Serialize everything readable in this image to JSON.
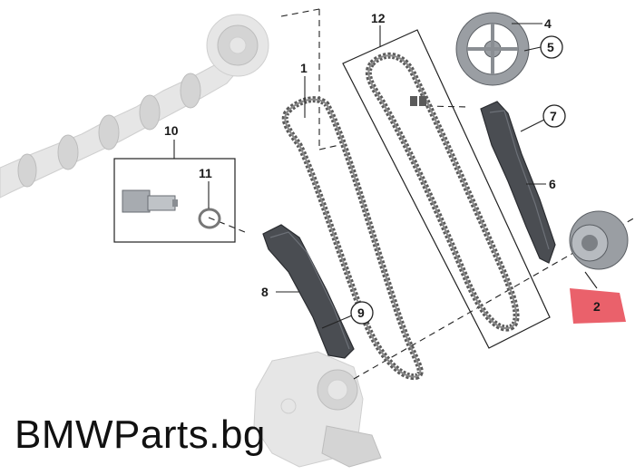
{
  "diagram": {
    "callouts": {
      "c1": "1",
      "c2": "2",
      "c4": "4",
      "c5": "5",
      "c6": "6",
      "c7": "7",
      "c8": "8",
      "c9": "9",
      "c10": "10",
      "c11": "11",
      "c12": "12"
    },
    "highlight_color": "#e8505b"
  },
  "watermark": {
    "text": "BMWParts.bg"
  }
}
